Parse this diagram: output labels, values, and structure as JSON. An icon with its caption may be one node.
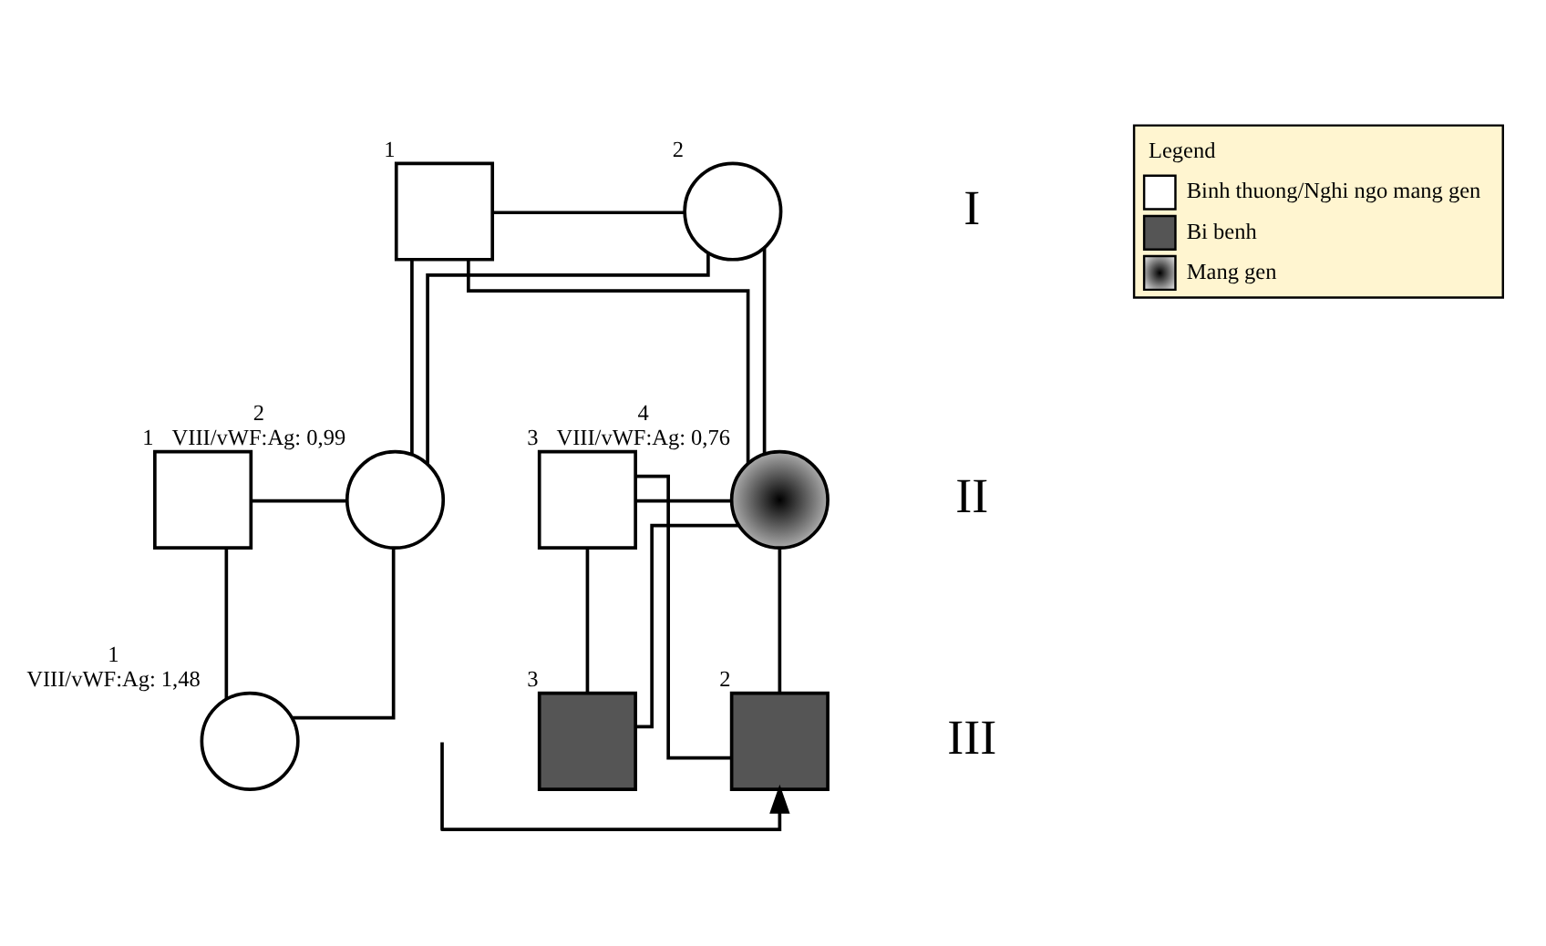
{
  "diagram": {
    "nodes": [
      {
        "text": [],
        "shape": "box",
        "beside": [
          "1"
        ]
      },
      {
        "text": [],
        "shape": "circle",
        "beside": [
          "2"
        ]
      },
      {
        "text": [],
        "shape": "box",
        "beside": [
          "1"
        ]
      },
      {
        "text": [],
        "shape": "circle",
        "beside": [
          "2",
          "VIII/vWF:Ag: 0,99"
        ]
      },
      {
        "text": [],
        "shape": "box",
        "beside": [
          "3"
        ]
      },
      {
        "text": [],
        "shape": "circle",
        "beside": [
          "4",
          "VIII/vWF:Ag: 0,76"
        ]
      },
      {
        "text": [],
        "shape": "circle",
        "beside": [
          "1",
          "VIII/vWF:Ag: 1,48"
        ]
      },
      {
        "text": [],
        "shape": "box",
        "beside": [
          "2"
        ]
      },
      {
        "text": [],
        "shape": "box",
        "beside": [
          "3"
        ]
      }
    ],
    "edges": [
      {
        "from": 0,
        "to": 1,
        "arrow": "none"
      },
      {
        "from": 0,
        "to": 3,
        "arrow": "none"
      },
      {
        "from": 1,
        "to": 3,
        "arrow": "none"
      },
      {
        "from": 0,
        "to": 5,
        "arrow": "none"
      },
      {
        "from": 1,
        "to": 5,
        "arrow": "none"
      },
      {
        "from": 2,
        "to": 3,
        "arrow": "none"
      },
      {
        "from": 4,
        "to": 5,
        "arrow": "none"
      },
      {
        "from": 2,
        "to": 6,
        "arrow": "none"
      },
      {
        "from": 3,
        "to": 6,
        "arrow": "none"
      },
      {
        "from": 4,
        "to": 7,
        "arrow": "none"
      },
      {
        "from": 5,
        "to": 7,
        "arrow": "none"
      },
      {
        "from": 4,
        "to": 8,
        "arrow": "none"
      },
      {
        "from": 5,
        "to": 8,
        "arrow": "none"
      },
      {
        "from": null,
        "to": 7,
        "arrow": "to"
      }
    ],
    "labels": [
      "I",
      "II",
      "III",
      "Legend"
    ],
    "legend": [
      {
        "text": "Binh thuong/Nghi ngo mang gen",
        "color": "#ffffff"
      },
      {
        "text": "Bi benh"
      },
      {
        "text": "Mang gen"
      }
    ]
  }
}
